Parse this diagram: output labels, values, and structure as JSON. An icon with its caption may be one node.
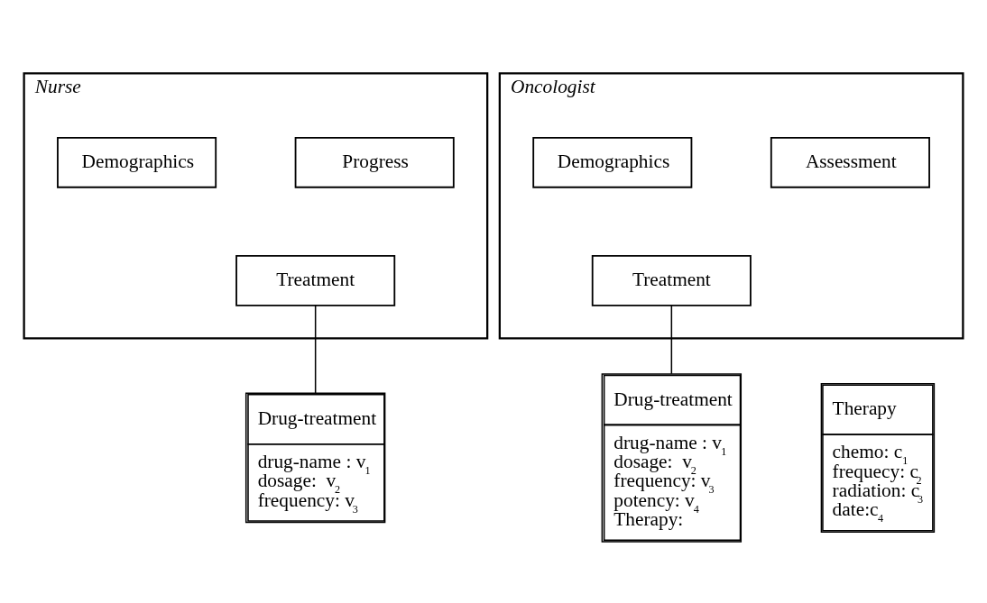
{
  "diagram": {
    "nodes": [
      {
        "text": [
          "Nurse"
        ]
      },
      {
        "text": [
          "Demographics"
        ],
        "in": 0
      },
      {
        "text": [
          "Progress"
        ],
        "in": 0
      },
      {
        "text": [
          "Treatment"
        ],
        "in": 0
      },
      {
        "text": [
          "Drug-treatment",
          "drug-name : v$_{1}$",
          "dosage:  v$_{2}$",
          "frequency: v$_{3}$"
        ]
      },
      {
        "text": [
          "Oncologist"
        ]
      },
      {
        "text": [
          "Demographics"
        ],
        "in": 5
      },
      {
        "text": [
          "Assessment"
        ],
        "in": 5
      },
      {
        "text": [
          "Treatment"
        ],
        "in": 5
      },
      {
        "text": [
          "Drug-treatment",
          "drug-name : v$_{1}$",
          "dosage:  v$_{2}$",
          "frequency: v$_{3}$",
          "potency: v$_{4}$",
          "Therapy:"
        ]
      },
      {
        "text": [
          "Therapy",
          "chemo: c$_{1}$",
          "frequecy: c$_{2}$",
          "radiation: c$_{3}$",
          "date:c$_{4}$"
        ]
      }
    ],
    "edges": [
      {
        "from": 3,
        "to": 4,
        "arrow": "none"
      },
      {
        "from": 8,
        "to": 9,
        "arrow": "none"
      }
    ]
  }
}
